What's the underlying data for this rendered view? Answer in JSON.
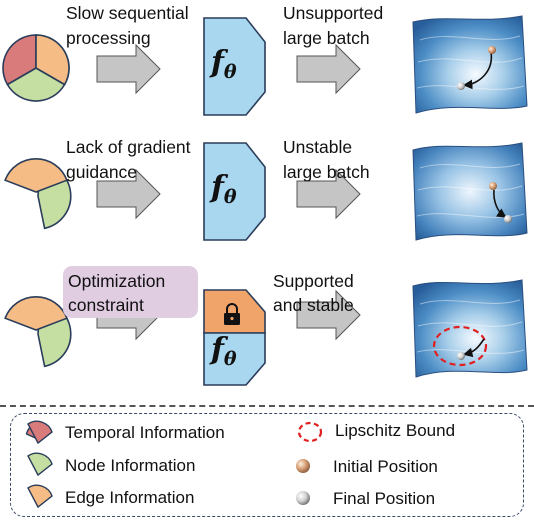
{
  "rows": [
    {
      "problem_lines": [
        "Slow sequential",
        "processing"
      ],
      "outcome_lines": [
        "Unsupported",
        "large batch"
      ],
      "function_label": "f",
      "function_subscript": "θ"
    },
    {
      "problem_lines": [
        "Lack of gradient",
        "guidance"
      ],
      "outcome_lines": [
        "Unstable",
        "large batch"
      ],
      "function_label": "f",
      "function_subscript": "θ"
    },
    {
      "problem_lines": [
        "Optimization",
        "constraint"
      ],
      "outcome_lines": [
        "Supported",
        "and stable"
      ],
      "function_label": "f",
      "function_subscript": "θ"
    }
  ],
  "legend": {
    "temporal": "Temporal Information",
    "node": "Node Information",
    "edge": "Edge Information",
    "lipschitz": "Lipschitz Bound",
    "initial": "Initial Position",
    "final": "Final Position"
  },
  "colors": {
    "temporal": "#d97b7b",
    "node": "#c5dfa3",
    "edge": "#f6bc86",
    "function_box": "#a9d7ef",
    "lock_box": "#f1a46a",
    "arrow": "#c5c5c5",
    "constraint_bg": "#e1cde2",
    "bound": "#e02020"
  }
}
